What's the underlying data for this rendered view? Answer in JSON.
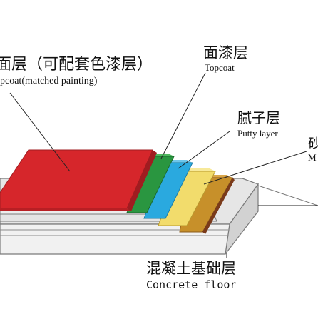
{
  "labels": {
    "paint_cn": "面层（可配套色漆层）",
    "paint_en": "pcoat(matched painting)",
    "topcoat_cn": "面漆层",
    "topcoat_en": "Topcoat",
    "putty_cn": "腻子层",
    "putty_en": "Putty layer",
    "edge_cn": "砂",
    "edge_en": "M",
    "floor_cn": "混凝土基础层",
    "floor_en": "Concrete floor"
  },
  "layer_colors": {
    "paint": "#d6262b",
    "topcoat": "#2a9640",
    "putty": "#2aa9df",
    "yellow_layer": "#f2dc6c",
    "primer": "#c7902a",
    "concrete": "#e6e6e6",
    "edge_line": "#7a3a1a"
  }
}
